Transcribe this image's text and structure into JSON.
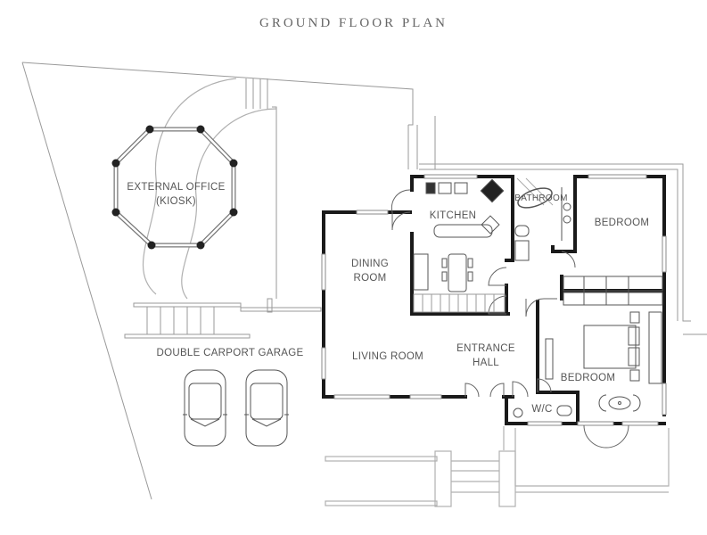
{
  "title": "GROUND FLOOR PLAN",
  "rooms": {
    "external_office": {
      "line1": "EXTERNAL OFFICE",
      "line2": "(KIOSK)"
    },
    "kitchen": "KITCHEN",
    "bathroom": "BATHROOM",
    "bedroom_1": "BEDROOM",
    "dining_room": {
      "line1": "DINING",
      "line2": "ROOM"
    },
    "living_room": "LIVING ROOM",
    "entrance_hall": {
      "line1": "ENTRANCE",
      "line2": "HALL"
    },
    "bedroom_2": "BEDROOM",
    "wc": "W/C",
    "carport": "DOUBLE CARPORT GARAGE"
  },
  "colors": {
    "wall": "#1a1a1a",
    "line": "#9a9a9a",
    "text": "#555555",
    "background": "#ffffff"
  }
}
